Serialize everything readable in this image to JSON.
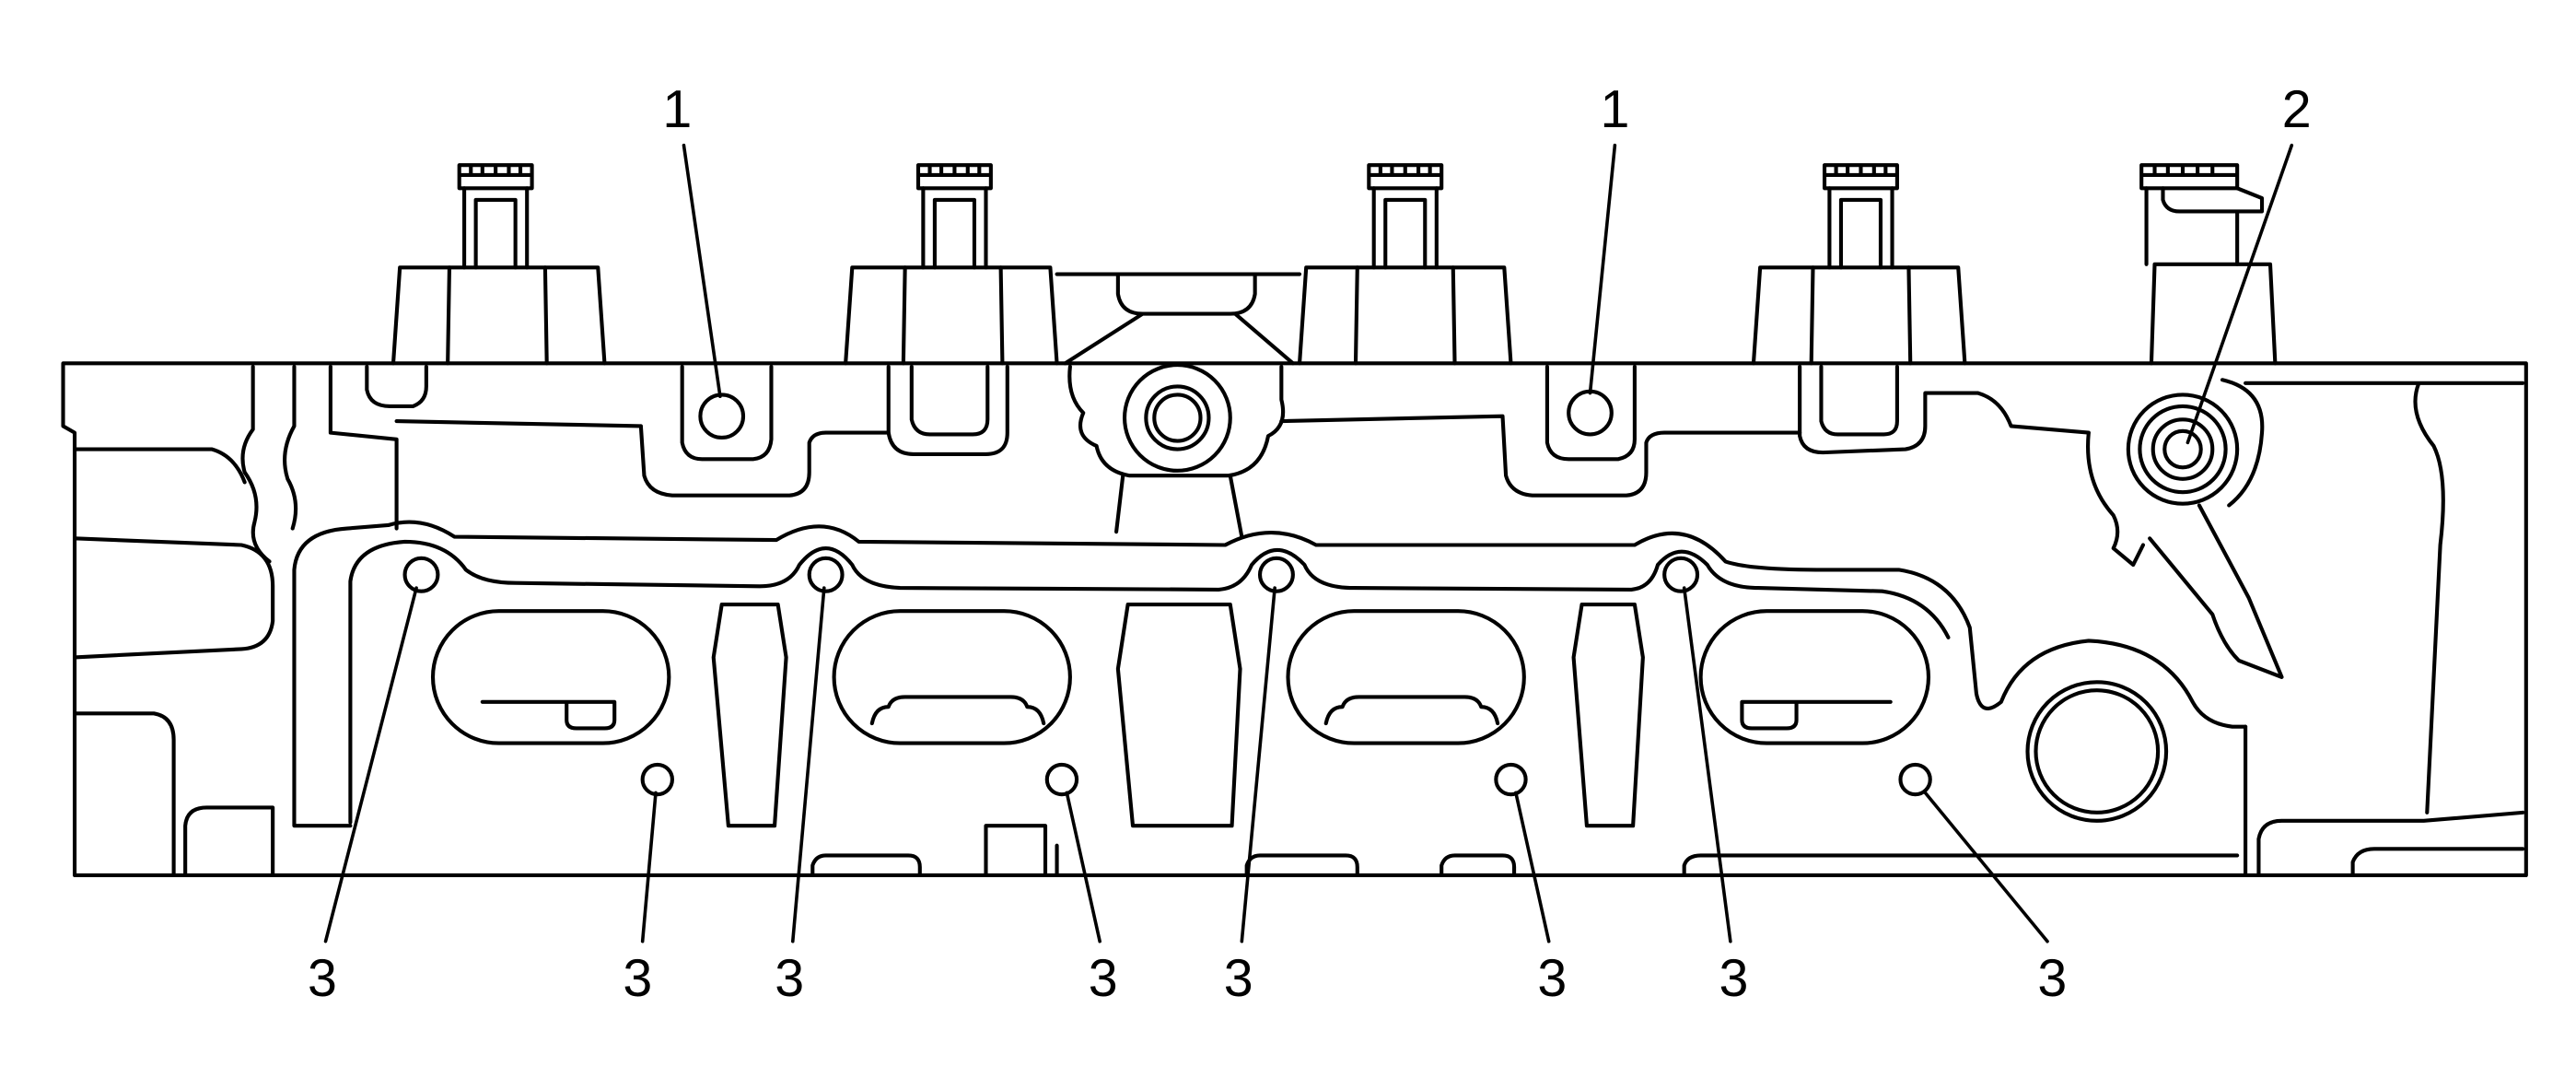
{
  "diagram": {
    "callouts": {
      "top": [
        "1",
        "1",
        "2"
      ],
      "bottom": [
        "3",
        "3",
        "3",
        "3",
        "3",
        "3",
        "3",
        "3"
      ]
    },
    "line_color": "#000000",
    "background_color": "#ffffff"
  }
}
